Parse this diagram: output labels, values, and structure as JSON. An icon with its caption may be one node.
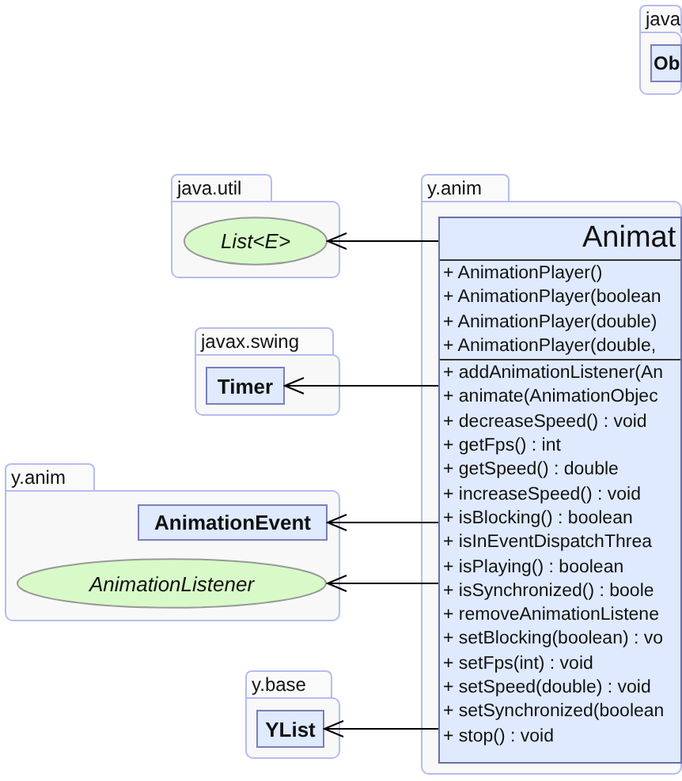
{
  "diagram": {
    "nodes": [
      {
        "text": [
          "java.util"
        ]
      },
      {
        "text": [
          "List<E>"
        ],
        "in": 0
      },
      {
        "text": [
          "javax.swing"
        ]
      },
      {
        "text": [
          "Timer"
        ],
        "in": 2
      },
      {
        "text": [
          "y.anim"
        ]
      },
      {
        "text": [
          "AnimationEvent"
        ],
        "in": 4
      },
      {
        "text": [
          "AnimationListener"
        ],
        "in": 4
      },
      {
        "text": [
          "y.base"
        ]
      },
      {
        "text": [
          "YList"
        ],
        "in": 7
      },
      {
        "text": [
          "java"
        ]
      },
      {
        "text": [
          "Ob"
        ],
        "in": 9
      },
      {
        "text": [
          "y.anim"
        ]
      },
      {
        "text": [
          "Animat",
          "+ AnimationPlayer()",
          "+ AnimationPlayer(boolean",
          "+ AnimationPlayer(double)",
          "+ AnimationPlayer(double,",
          "+ addAnimationListener(An",
          "+ animate(AnimationObjec",
          "+ decreaseSpeed() : void",
          "+ getFps() : int",
          "+ getSpeed() : double",
          "+ increaseSpeed() : void",
          "+ isBlocking() : boolean",
          "+ isInEventDispatchThrea",
          "+ isPlaying() : boolean",
          "+ isSynchronized() : boole",
          "+ removeAnimationListene",
          "+ setBlocking(boolean) : vo",
          "+ setFps(int) : void",
          "+ setSpeed(double) : void",
          "+ setSynchronized(boolean",
          "+ stop() : void"
        ],
        "in": 11
      }
    ],
    "edges": [
      {
        "from": 12,
        "to": 1,
        "arrow": "to"
      },
      {
        "from": 12,
        "to": 3,
        "arrow": "to"
      },
      {
        "from": 12,
        "to": 5,
        "arrow": "to"
      },
      {
        "from": 12,
        "to": 6,
        "arrow": "to"
      },
      {
        "from": 12,
        "to": 8,
        "arrow": "to"
      }
    ]
  }
}
